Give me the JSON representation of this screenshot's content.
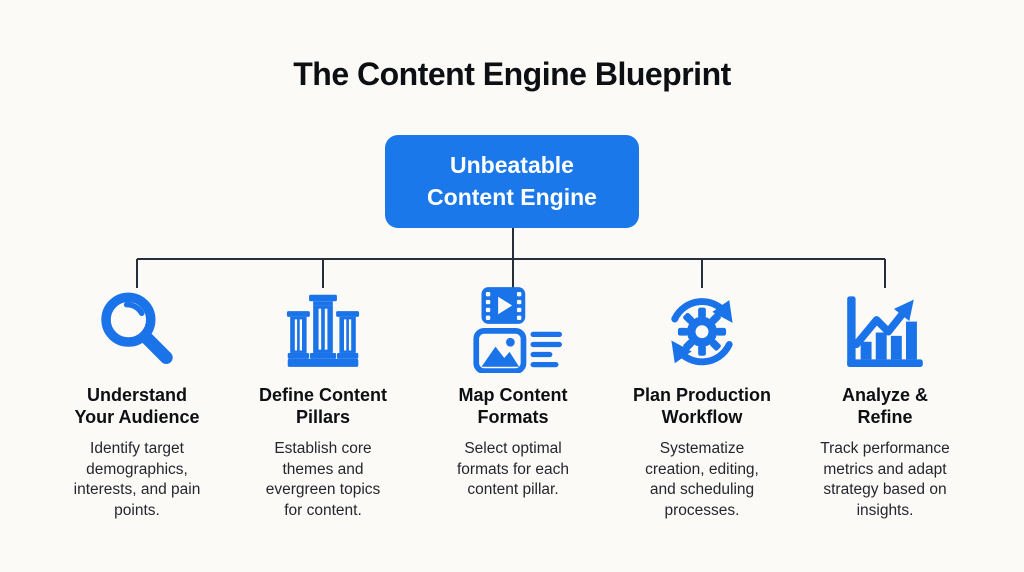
{
  "title": "The Content Engine Blueprint",
  "root_node": {
    "line1": "Unbeatable",
    "line2": "Content Engine"
  },
  "columns": [
    {
      "icon": "magnifier-icon",
      "title": "Understand\nYour Audience",
      "description": "Identify target\ndemographics,\ninterests, and pain\npoints."
    },
    {
      "icon": "pillars-icon",
      "title": "Define Content\nPillars",
      "description": "Establish core\nthemes and\nevergreen topics\nfor content."
    },
    {
      "icon": "media-formats-icon",
      "title": "Map Content\nFormats",
      "description": "Select optimal\nformats for each\ncontent pillar."
    },
    {
      "icon": "workflow-gear-icon",
      "title": "Plan Production\nWorkflow",
      "description": "Systematize\ncreation, editing,\nand scheduling\nprocesses."
    },
    {
      "icon": "analytics-icon",
      "title": "Analyze &\nRefine",
      "description": "Track performance\nmetrics and adapt\nstrategy based on\ninsights."
    }
  ],
  "colors": {
    "accent": "#1a73e8",
    "node-bg": "#1b78ea",
    "node-text": "#ffffff",
    "connector": "#262e3c",
    "bg": "#fbfaf7",
    "heading": "#0d1013",
    "body": "#23272d"
  }
}
